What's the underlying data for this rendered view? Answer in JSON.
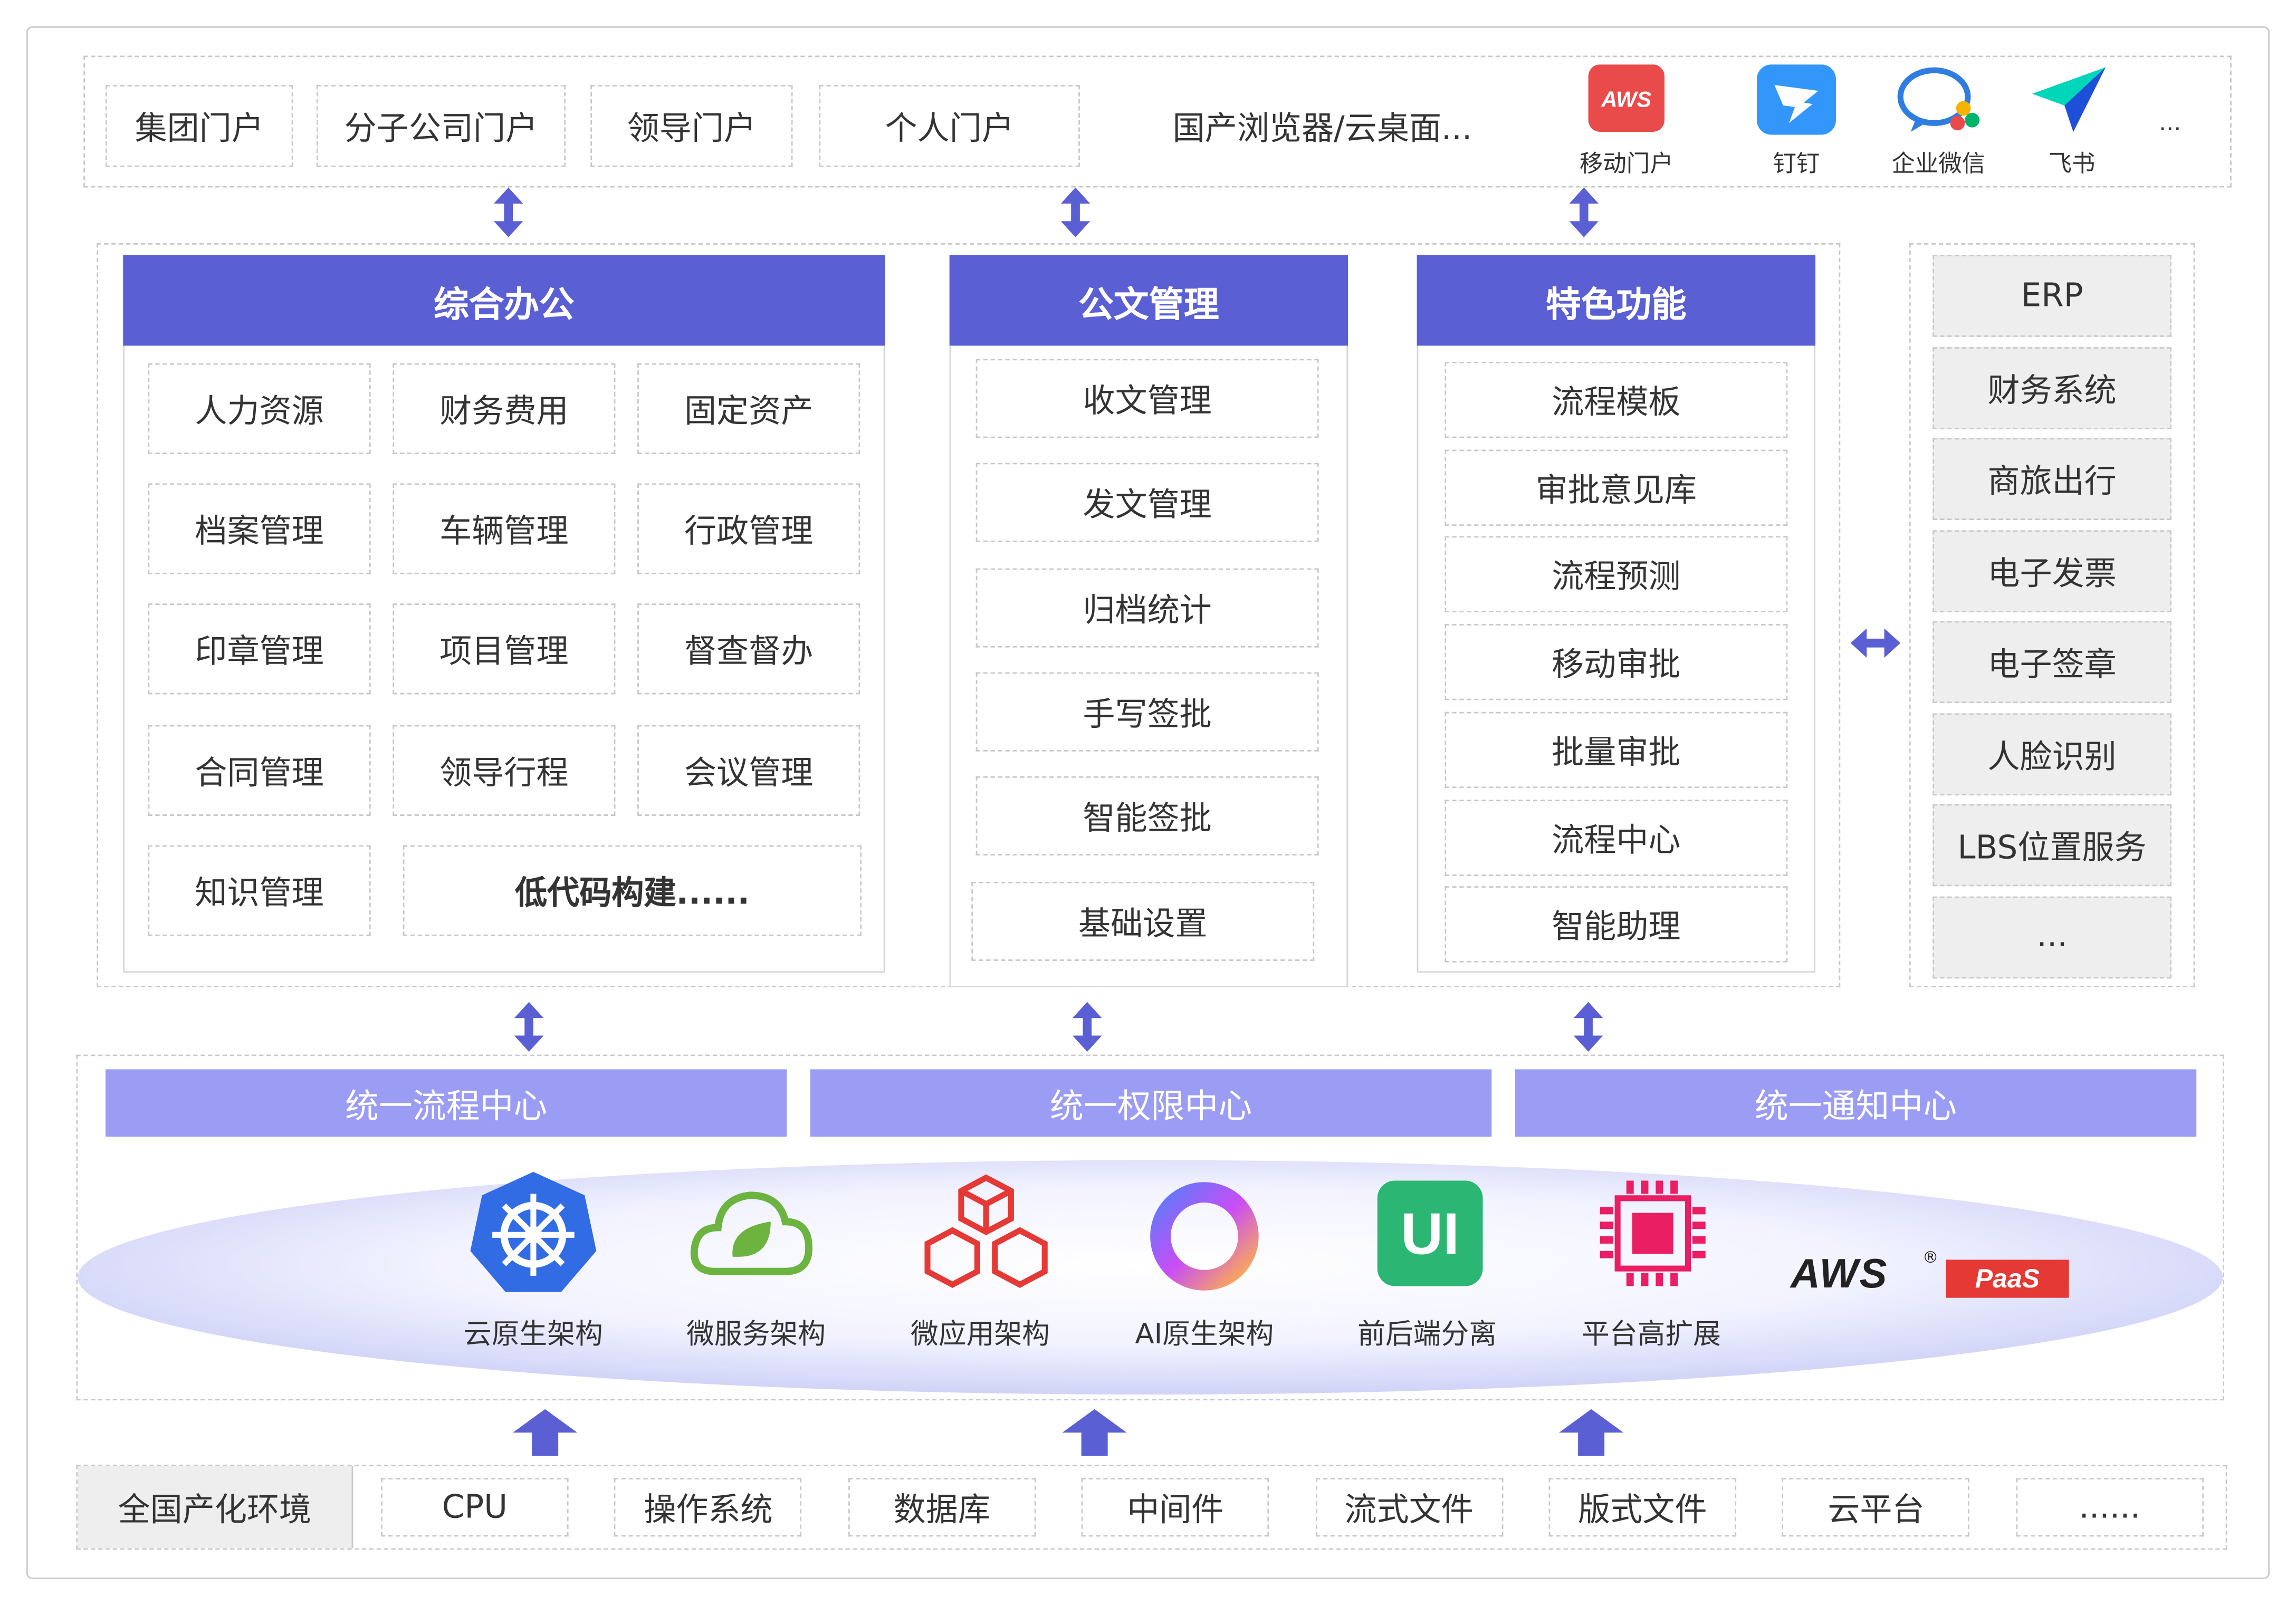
{
  "portals": {
    "items": [
      "集团门户",
      "分子公司门户",
      "领导门户",
      "个人门户"
    ],
    "browser_text": "国产浏览器/云桌面...",
    "mobile_apps": [
      {
        "label": "移动门户",
        "icon_text": "AWS",
        "color": "#e94b4b"
      },
      {
        "label": "钉钉",
        "color": "#3296fa"
      },
      {
        "label": "企业微信",
        "color": "#2f7de1"
      },
      {
        "label": "飞书",
        "color": "#3370ff"
      }
    ],
    "more": "..."
  },
  "office": {
    "title": "综合办公",
    "items": [
      "人力资源",
      "财务费用",
      "固定资产",
      "档案管理",
      "车辆管理",
      "行政管理",
      "印章管理",
      "项目管理",
      "督查督办",
      "合同管理",
      "领导行程",
      "会议管理",
      "知识管理"
    ],
    "lowcode": "低代码构建......"
  },
  "docs": {
    "title": "公文管理",
    "items": [
      "收文管理",
      "发文管理",
      "归档统计",
      "手写签批",
      "智能签批",
      "基础设置"
    ]
  },
  "features": {
    "title": "特色功能",
    "items": [
      "流程模板",
      "审批意见库",
      "流程预测",
      "移动审批",
      "批量审批",
      "流程中心",
      "智能助理"
    ]
  },
  "integrations": {
    "items": [
      "ERP",
      "财务系统",
      "商旅出行",
      "电子发票",
      "电子签章",
      "人脸识别",
      "LBS位置服务",
      "..."
    ]
  },
  "centers": {
    "items": [
      "统一流程中心",
      "统一权限中心",
      "统一通知中心"
    ]
  },
  "architecture": {
    "items": [
      "云原生架构",
      "微服务架构",
      "微应用架构",
      "AI原生架构",
      "前后端分离",
      "平台高扩展"
    ],
    "ui_icon_text": "UI",
    "brand": "AWS",
    "brand_reg": "®",
    "brand_badge": "PaaS"
  },
  "environment": {
    "label": "全国产化环境",
    "items": [
      "CPU",
      "操作系统",
      "数据库",
      "中间件",
      "流式文件",
      "版式文件",
      "云平台",
      "......"
    ]
  },
  "colors": {
    "header": "#5a5fd4",
    "center_bar": "#9b9cf3",
    "arrow": "#5a5fd4"
  }
}
